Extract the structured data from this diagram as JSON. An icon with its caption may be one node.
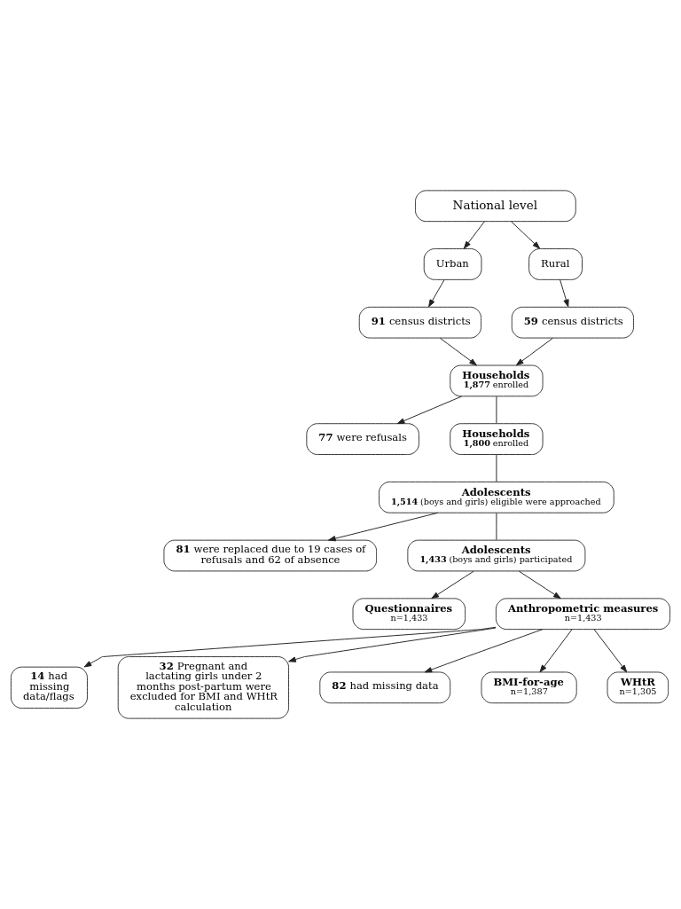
{
  "diagram": {
    "nodes": [
      {
        "text": [
          "National level"
        ]
      },
      {
        "text": [
          "Urban"
        ]
      },
      {
        "text": [
          "Rural"
        ]
      },
      {
        "text": [
          "**91** census districts"
        ]
      },
      {
        "text": [
          "**59** census districts"
        ]
      },
      {
        "text": [
          "Households",
          "**1,877** enrolled"
        ]
      },
      {
        "text": [
          "**77** were refusals"
        ]
      },
      {
        "text": [
          "Households",
          "**1,800** enrolled"
        ]
      },
      {
        "text": [
          "Adolescents",
          "**1,514** (boys and girls) eligible were approached"
        ]
      },
      {
        "text": [
          "**81** were replaced due to 19 cases of refusals and 62 of absence"
        ]
      },
      {
        "text": [
          "Adolescents",
          "**1,433** (boys and girls) participated"
        ]
      },
      {
        "text": [
          "Questionnaires",
          "n=1,433"
        ]
      },
      {
        "text": [
          "Anthropometric measures",
          "n=1,433"
        ]
      },
      {
        "text": [
          "**14** had missing data/flags"
        ]
      },
      {
        "text": [
          "**32** Pregnant and lactating girls under 2 months post-partum were excluded for BMI and WHtR calculation"
        ]
      },
      {
        "text": [
          "**82** had missing data"
        ]
      },
      {
        "text": [
          "BMI-for-age",
          "n=1,387"
        ]
      },
      {
        "text": [
          "WHtR",
          "n=1,305"
        ]
      }
    ],
    "edges": [
      {
        "from": 0,
        "to": 1,
        "arrow": "to"
      },
      {
        "from": 0,
        "to": 2,
        "arrow": "to"
      },
      {
        "from": 1,
        "to": 3,
        "arrow": "to"
      },
      {
        "from": 2,
        "to": 4,
        "arrow": "to"
      },
      {
        "from": 3,
        "to": 5,
        "arrow": "to"
      },
      {
        "from": 4,
        "to": 5,
        "arrow": "to"
      },
      {
        "from": 5,
        "to": 6,
        "arrow": "to"
      },
      {
        "from": 5,
        "to": 7,
        "arrow": "none"
      },
      {
        "from": 7,
        "to": 8,
        "arrow": "none"
      },
      {
        "from": 8,
        "to": 9,
        "arrow": "to"
      },
      {
        "from": 8,
        "to": 10,
        "arrow": "none"
      },
      {
        "from": 10,
        "to": 11,
        "arrow": "to"
      },
      {
        "from": 10,
        "to": 12,
        "arrow": "to"
      },
      {
        "from": 12,
        "to": 13,
        "arrow": "to"
      },
      {
        "from": 12,
        "to": 14,
        "arrow": "to"
      },
      {
        "from": 12,
        "to": 16,
        "arrow": "to"
      },
      {
        "from": 12,
        "to": 17,
        "arrow": "to"
      },
      {
        "from": 12,
        "to": 15,
        "arrow": "to"
      }
    ]
  }
}
